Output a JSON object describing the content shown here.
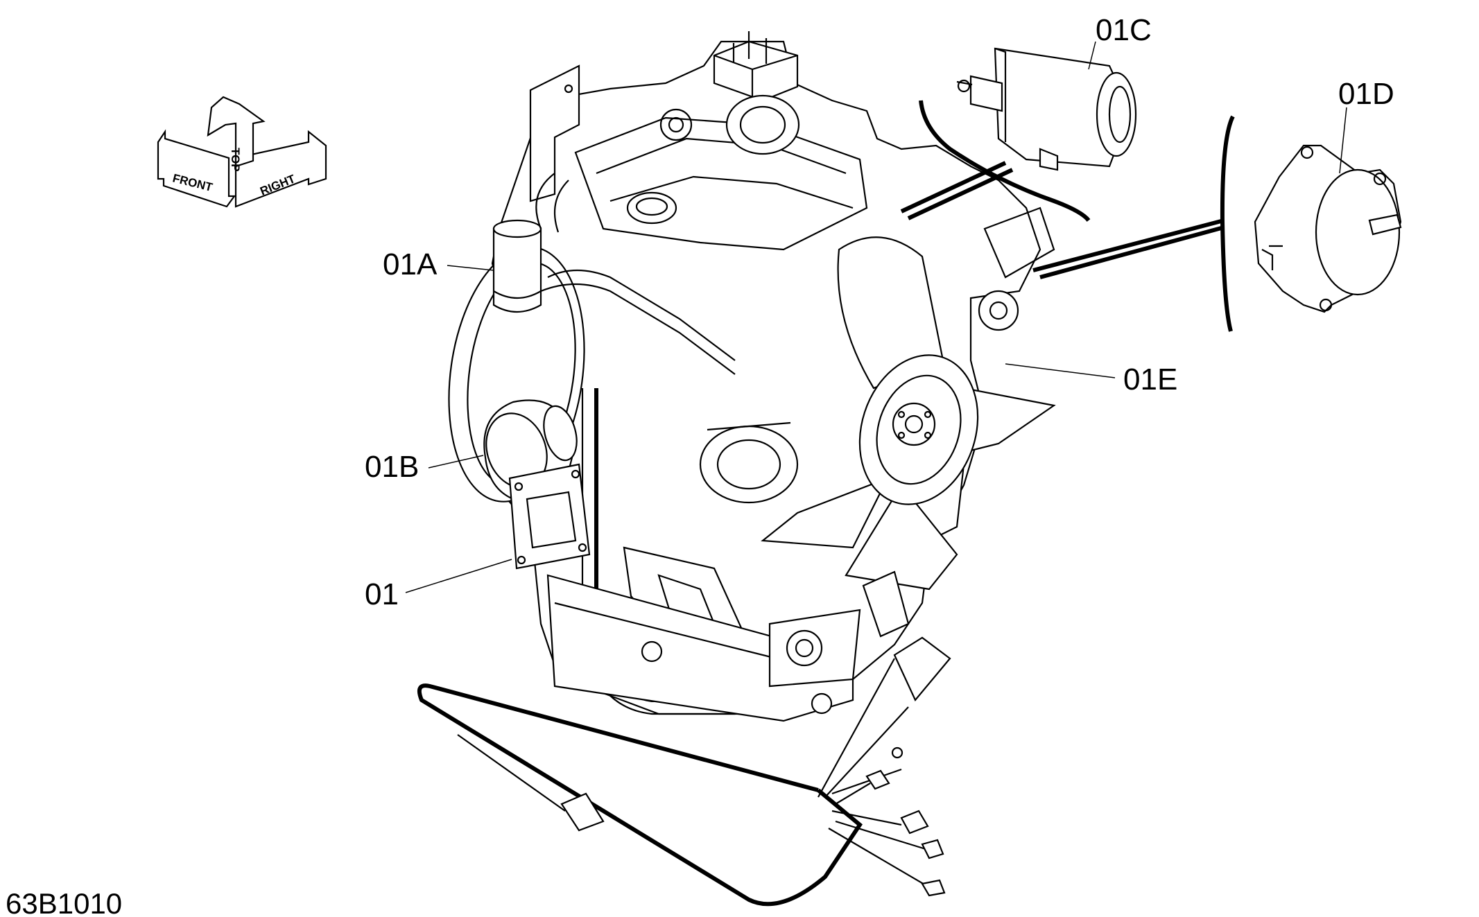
{
  "drawing": {
    "code": "63B1010",
    "orientation": {
      "front": "FRONT",
      "top": "TOP",
      "right": "RIGHT"
    },
    "callouts": [
      {
        "id": "01",
        "label": "01"
      },
      {
        "id": "01A",
        "label": "01A"
      },
      {
        "id": "01B",
        "label": "01B"
      },
      {
        "id": "01C",
        "label": "01C"
      },
      {
        "id": "01D",
        "label": "01D"
      },
      {
        "id": "01E",
        "label": "01E"
      }
    ]
  }
}
